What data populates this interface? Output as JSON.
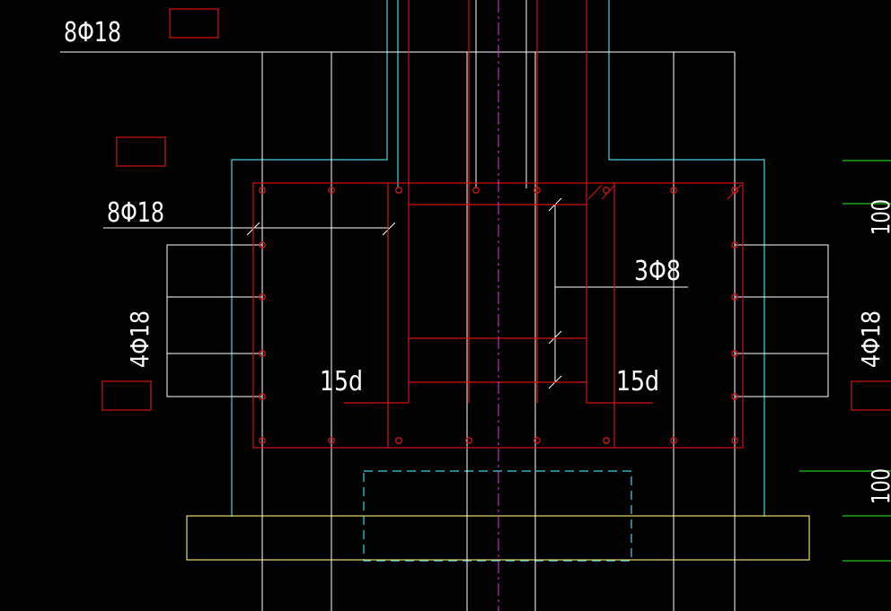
{
  "labels": {
    "top_left": "8Φ18",
    "left_mid": "8Φ18",
    "left_vertical": "4Φ18",
    "right_vertical": "4Φ18",
    "stirrup": "3Φ8",
    "anchor_left": "15d",
    "anchor_right": "15d",
    "right_edge_top": "100",
    "right_edge_bottom": "100"
  },
  "colors": {
    "background": "#000000",
    "white_line": "#ffffff",
    "red_line": "#d21414",
    "cyan_line": "#46d2dc",
    "yellow_line": "#e6dc64",
    "green_line": "#1ec81e",
    "magenta_line": "#dc3cdc"
  }
}
